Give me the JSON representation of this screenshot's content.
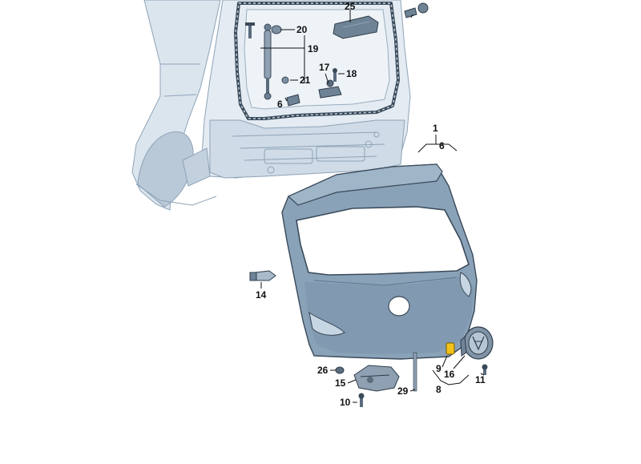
{
  "diagram": {
    "callouts": {
      "c1": "1",
      "c6": "6",
      "c6b": "6",
      "c8": "8",
      "c9": "9",
      "c10": "10",
      "c11": "11",
      "c14": "14",
      "c15": "15",
      "c16": "16",
      "c17": "17",
      "c18": "18",
      "c19": "19",
      "c20": "20",
      "c21": "21",
      "c25": "25",
      "c26": "26",
      "c29": "29"
    },
    "colors": {
      "car_body": "#dbe5ee",
      "car_shadow": "#b9c9d8",
      "tailgate": "#8aa2b8",
      "tailgate_dark": "#5f7890",
      "highlight_part": "#f2c21a"
    }
  }
}
